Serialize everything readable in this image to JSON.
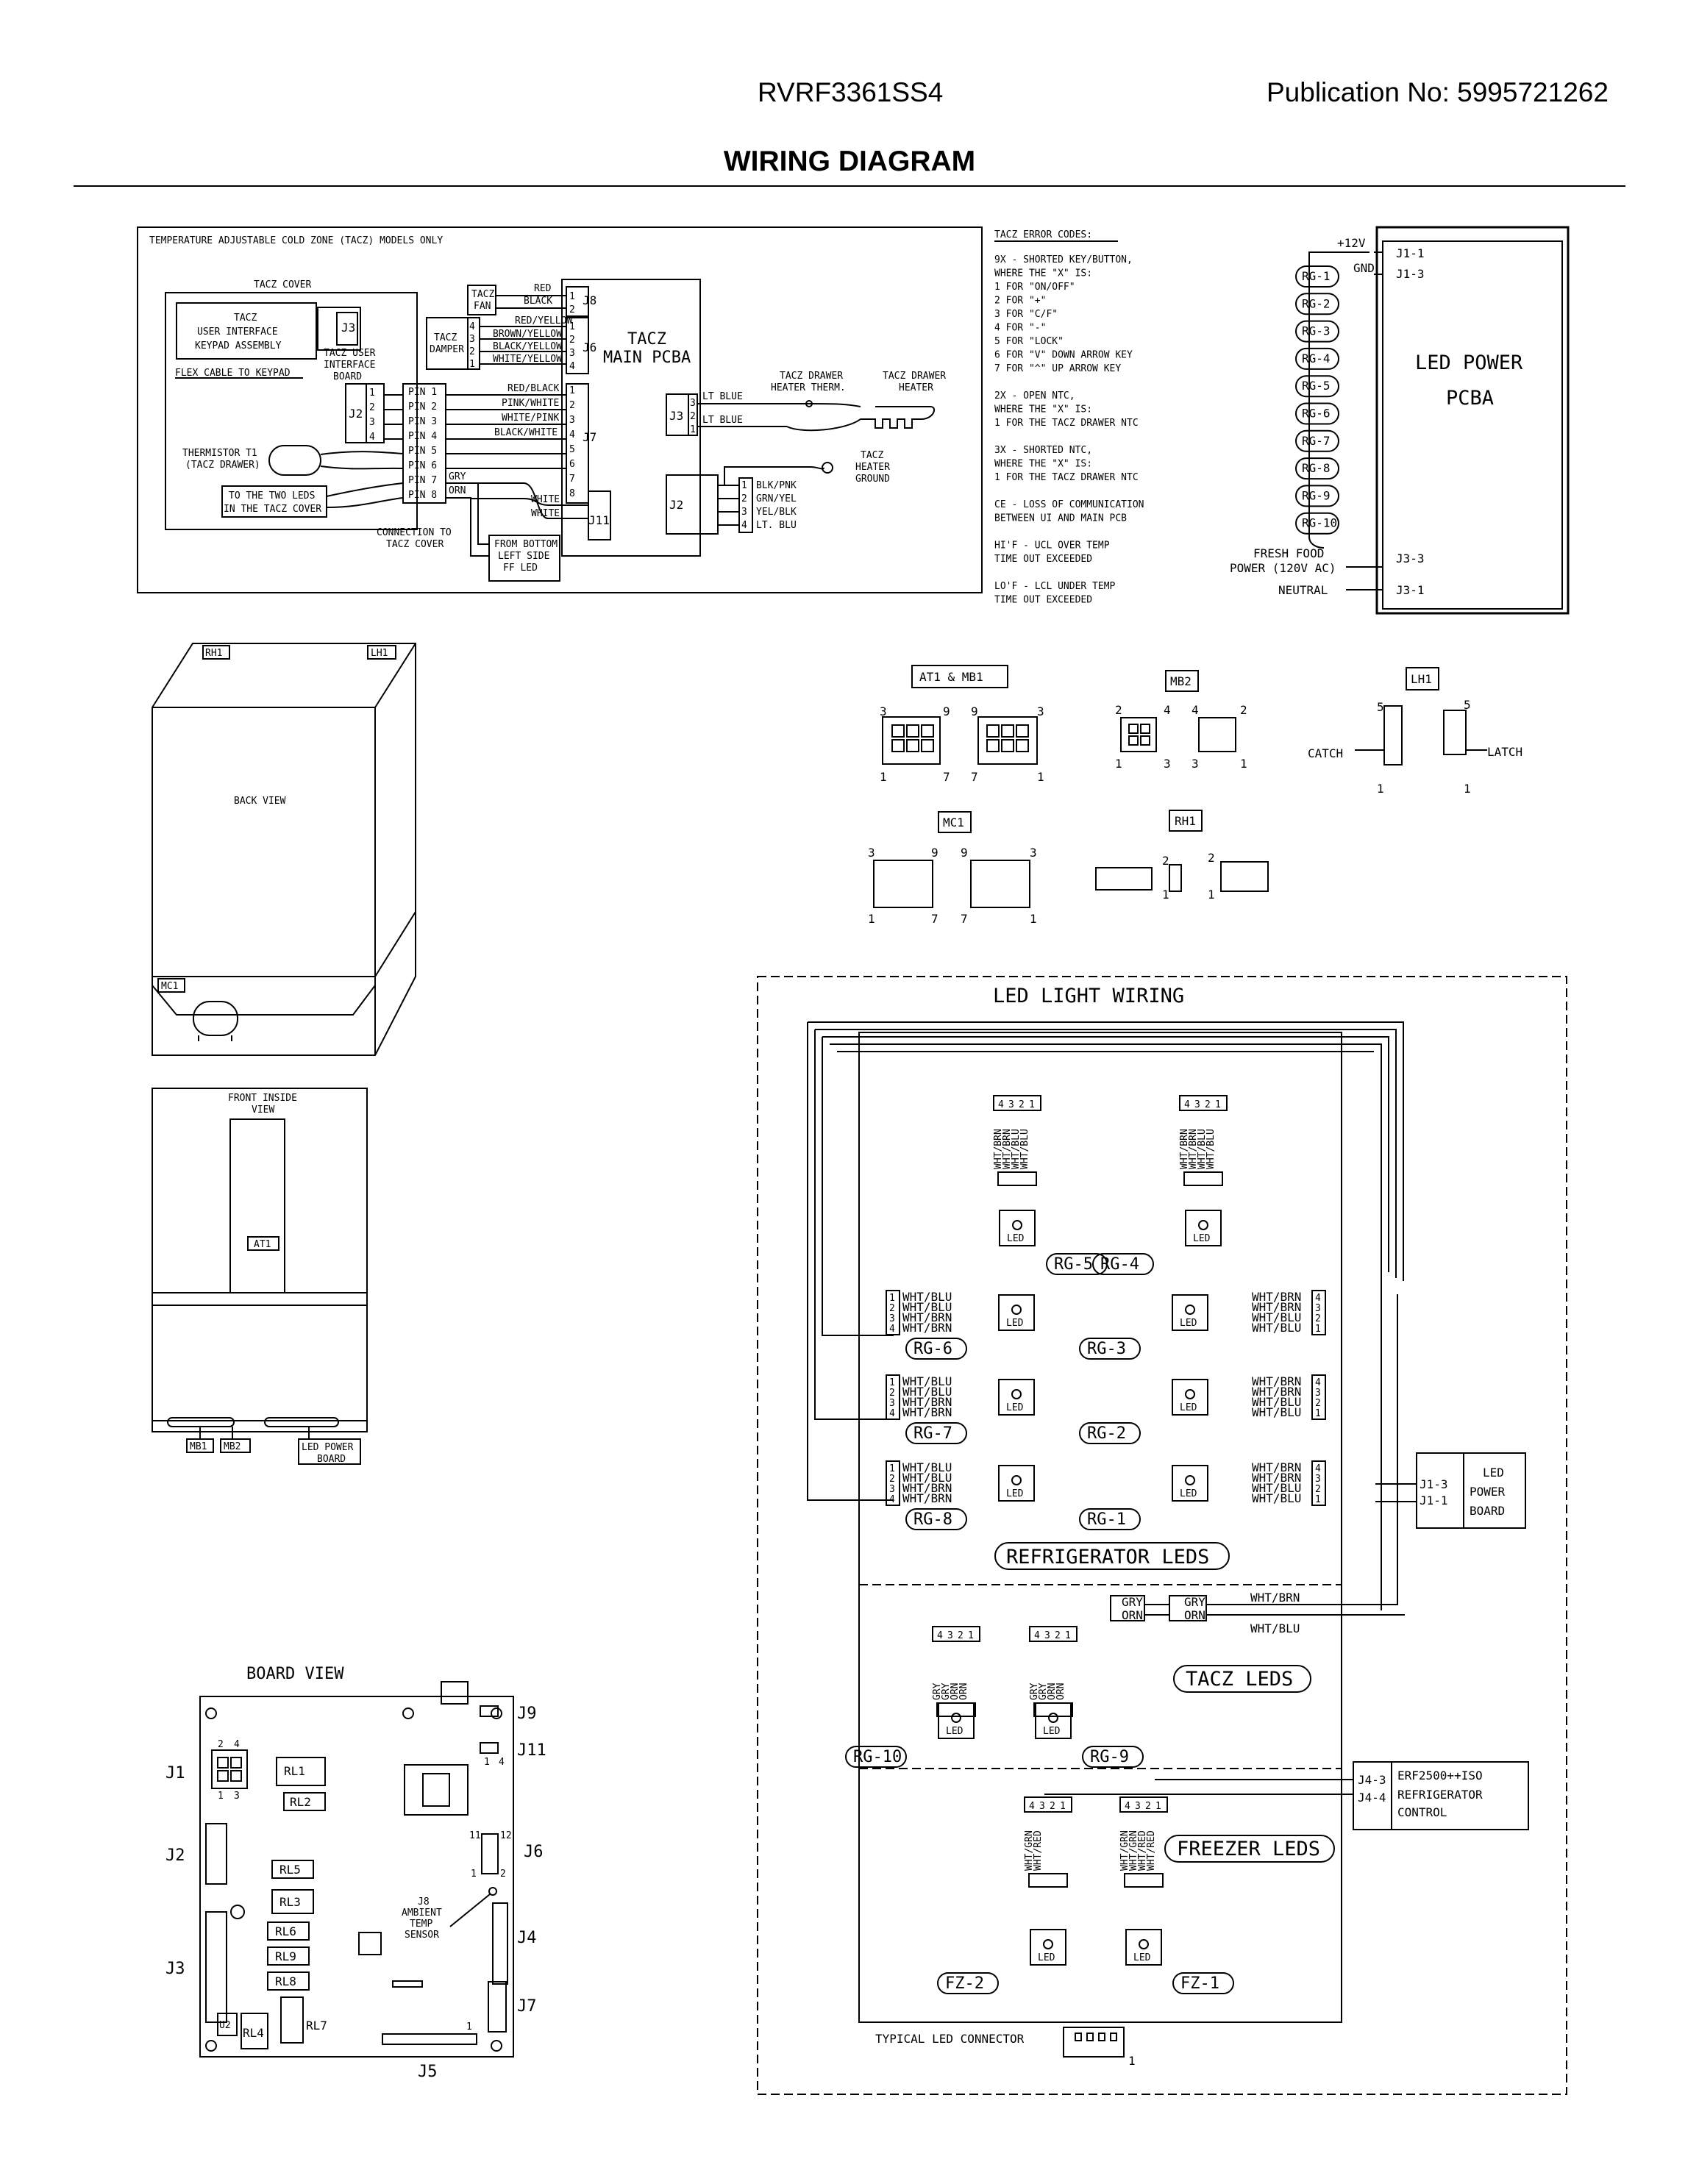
{
  "header": {
    "model": "RVRF3361SS4",
    "publication": "Publication No:  5995721262",
    "title": "WIRING DIAGRAM"
  },
  "tacz": {
    "title": "TEMPERATURE ADJUSTABLE COLD ZONE (TACZ) MODELS ONLY",
    "cover": "TACZ COVER",
    "ui_keypad": [
      "TACZ",
      "USER INTERFACE",
      "KEYPAD ASSEMBLY"
    ],
    "flex_cable": "FLEX CABLE TO KEYPAD",
    "ui_board": [
      "TACZ USER",
      "INTERFACE",
      "BOARD"
    ],
    "j3": "J3",
    "j2": "J2",
    "pins": [
      "PIN 1",
      "PIN 2",
      "PIN 3",
      "PIN 4",
      "PIN 5",
      "PIN 6",
      "PIN 7",
      "PIN 8"
    ],
    "thermistor": [
      "THERMISTOR T1",
      "(TACZ DRAWER)"
    ],
    "to_leds": [
      "TO THE TWO LEDS",
      "IN THE TACZ COVER"
    ],
    "connection": [
      "CONNECTION TO",
      "TACZ COVER"
    ],
    "from_bottom": [
      "FROM BOTTOM",
      "LEFT SIDE",
      "FF LED"
    ],
    "fan": [
      "TACZ",
      "FAN"
    ],
    "damper": [
      "TACZ",
      "DAMPER"
    ],
    "fan_wires": [
      "RED",
      "BLACK"
    ],
    "damper_wires": [
      "RED/YELLOW",
      "BROWN/YELLOW",
      "BLACK/YELLOW",
      "WHITE/YELLOW"
    ],
    "j7_wires": [
      "RED/BLACK",
      "PINK/WHITE",
      "WHITE/PINK",
      "BLACK/WHITE"
    ],
    "gry": "GRY",
    "orn": "ORN",
    "white": "WHITE",
    "main_pcba": [
      "TACZ",
      "MAIN PCBA"
    ],
    "j8": "J8",
    "j6": "J6",
    "j7": "J7",
    "j11": "J11",
    "j3m": "J3",
    "j2m": "J2",
    "lt_blue": "LT BLUE",
    "drawer_therm": [
      "TACZ DRAWER",
      "HEATER THERM."
    ],
    "drawer_heater": [
      "TACZ DRAWER",
      "HEATER"
    ],
    "heater_ground": [
      "TACZ",
      "HEATER",
      "GROUND"
    ],
    "j2_wires": [
      "BLK/PNK",
      "GRN/YEL",
      "YEL/BLK",
      "LT. BLU"
    ]
  },
  "error_codes": {
    "title": "TACZ ERROR CODES:",
    "lines": [
      "9X - SHORTED KEY/BUTTON,",
      "     WHERE THE \"X\" IS:",
      "  1 FOR \"ON/OFF\"",
      "  2 FOR \"+\"",
      "  3 FOR \"C/F\"",
      "  4 FOR \"-\"",
      "  5 FOR \"LOCK\"",
      "  6 FOR \"V\" DOWN ARROW KEY",
      "  7 FOR \"^\" UP ARROW KEY",
      "",
      "2X - OPEN NTC,",
      "     WHERE THE \"X\" IS:",
      "  1 FOR THE TACZ DRAWER NTC",
      "",
      "3X - SHORTED NTC,",
      "     WHERE THE \"X\" IS:",
      "  1 FOR THE TACZ DRAWER NTC",
      "",
      "CE - LOSS OF COMMUNICATION",
      "     BETWEEN UI AND MAIN PCB",
      "",
      "HI'F - UCL OVER TEMP",
      "       TIME OUT EXCEEDED",
      "",
      "LO'F - LCL UNDER TEMP",
      "       TIME OUT EXCEEDED"
    ]
  },
  "led_power": {
    "plus12": "+12V",
    "gnd": "GND",
    "j1_1": "J1-1",
    "j1_3": "J1-3",
    "title": [
      "LED POWER",
      "PCBA"
    ],
    "rg": [
      "RG-1",
      "RG-2",
      "RG-3",
      "RG-4",
      "RG-5",
      "RG-6",
      "RG-7",
      "RG-8",
      "RG-9",
      "RG-10"
    ],
    "fresh_food": [
      "FRESH FOOD",
      "POWER (120V AC)"
    ],
    "neutral": "NEUTRAL",
    "j3_3": "J3-3",
    "j3_1": "J3-1"
  },
  "back_view": {
    "label": "BACK VIEW",
    "rh1": "RH1",
    "lh1": "LH1",
    "mc1": "MC1"
  },
  "front_view": {
    "label": [
      "FRONT INSIDE",
      "VIEW"
    ],
    "at1": "AT1",
    "mb1": "MB1",
    "mb2": "MB2",
    "led_board": [
      "LED POWER",
      "BOARD"
    ]
  },
  "connectors": {
    "at1_mb1": "AT1 & MB1",
    "mb2": "MB2",
    "lh1": "LH1",
    "mc1": "MC1",
    "rh1": "RH1",
    "catch": "CATCH",
    "latch": "LATCH",
    "n": [
      "1",
      "2",
      "3",
      "4",
      "5",
      "7",
      "9"
    ]
  },
  "led_wiring": {
    "title": "LED LIGHT WIRING",
    "refrigerator_leds": "REFRIGERATOR LEDS",
    "tacz_leds": "TACZ LEDS",
    "freezer_leds": "FREEZER LEDS",
    "led": "LED",
    "rg": [
      "RG-1",
      "RG-2",
      "RG-3",
      "RG-4",
      "RG-5",
      "RG-6",
      "RG-7",
      "RG-8",
      "RG-9",
      "RG-10"
    ],
    "fz": [
      "FZ-1",
      "FZ-2"
    ],
    "top_wires": [
      "WHT/BRN",
      "WHT/BRN",
      "WHT/BLU",
      "WHT/BLU"
    ],
    "left_wires": [
      "WHT/BLU",
      "WHT/BLU",
      "WHT/BRN",
      "WHT/BRN"
    ],
    "right_wires": [
      "WHT/BRN",
      "WHT/BRN",
      "WHT/BLU",
      "WHT/BLU"
    ],
    "tacz_wires": [
      "GRY",
      "GRY",
      "ORN",
      "ORN"
    ],
    "fz_wires": [
      "WHT/GRN",
      "WHT/RED"
    ],
    "fz1_wires": [
      "WHT/GRN",
      "WHT/GRN",
      "WHT/RED",
      "WHT/RED"
    ],
    "gry": "GRY",
    "orn": "ORN",
    "wht_brn": "WHT/BRN",
    "wht_blu": "WHT/BLU",
    "led_board_pins": [
      "J1-3",
      "J1-1"
    ],
    "led_board": [
      "LED",
      "POWER",
      "BOARD"
    ],
    "control_pins": [
      "J4-3",
      "J4-4"
    ],
    "control": [
      "ERF2500++ISO",
      "REFRIGERATOR",
      "CONTROL"
    ],
    "typical": "TYPICAL LED CONNECTOR",
    "one": "1"
  },
  "board_view": {
    "title": "BOARD VIEW",
    "j": [
      "J1",
      "J2",
      "J3",
      "J4",
      "J5",
      "J6",
      "J7",
      "J9",
      "J11"
    ],
    "relays": [
      "RL1",
      "RL2",
      "RL5",
      "RL3",
      "RL6",
      "RL9",
      "RL8",
      "RL4",
      "RL7",
      "U2"
    ],
    "j8": [
      "J8",
      "AMBIENT",
      "TEMP",
      "SENSOR"
    ],
    "pin_nums": [
      "2",
      "4",
      "1",
      "3",
      "11",
      "12",
      "1",
      "2",
      "1",
      "4",
      "1"
    ]
  }
}
